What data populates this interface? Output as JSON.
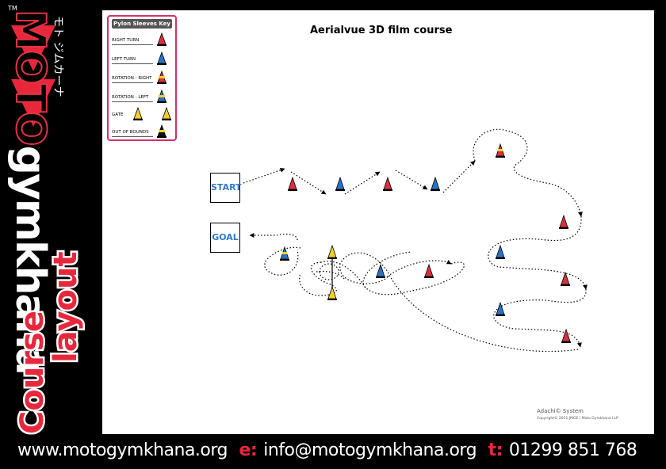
{
  "brand": {
    "tm": "TM",
    "moto": "MOTO",
    "gymkhana": "gymkhana",
    "katakana": "モト ジムカーナ",
    "course": "Course",
    "layout": "layout"
  },
  "diagram": {
    "title": "Aerialvue 3D film course",
    "start_label": "START",
    "goal_label": "GOAL",
    "credit": "Adachi© System",
    "copyright": "Copyright© 2011 JMGE / Moto Gymkhana LLP"
  },
  "key": {
    "title": "Pylon Sleeves Key",
    "rows": [
      {
        "label": "RIGHT TURN",
        "cone": "red"
      },
      {
        "label": "LEFT TURN",
        "cone": "blue"
      },
      {
        "label": "ROTATION - RIGHT",
        "cone": "red-yellow"
      },
      {
        "label": "ROTATION - LEFT",
        "cone": "blue-yellow"
      },
      {
        "label": "GATE",
        "cone": "yellow"
      },
      {
        "label": "OUT OF BOUNDS",
        "cone": "black-yellow"
      }
    ]
  },
  "colors": {
    "red": "#d8313e",
    "blue": "#2a72c4",
    "yellow": "#f3d02b",
    "accent": "#e8273c"
  },
  "footer": {
    "website": "www.motogymkhana.org",
    "email_prefix": "e:",
    "email": "info@motogymkhana.org",
    "tel_prefix": "t:",
    "tel": "01299 851 768"
  }
}
